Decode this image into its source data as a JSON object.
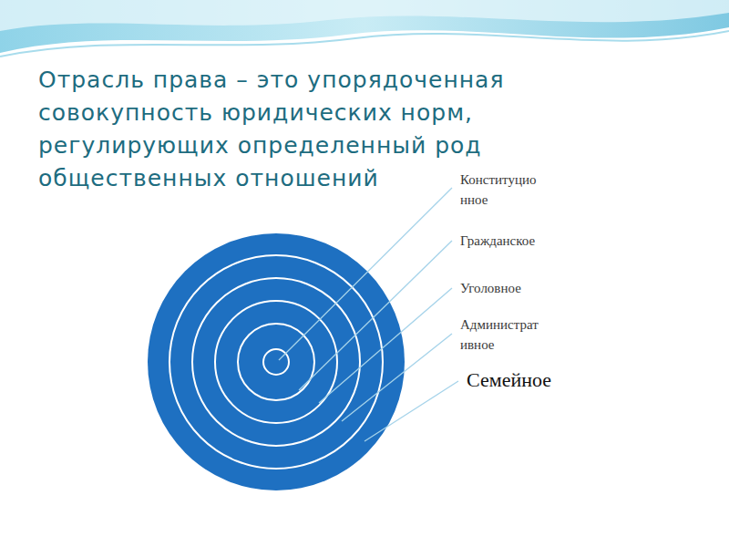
{
  "diagram": {
    "title": "Отрасль права – это упорядоченная совокупность юридических норм, регулирующих определенный род общественных отношений",
    "labels": [
      "Конституцио нное",
      "Гражданское",
      "Уголовное",
      "Администрат ивное",
      "Семейное"
    ]
  }
}
